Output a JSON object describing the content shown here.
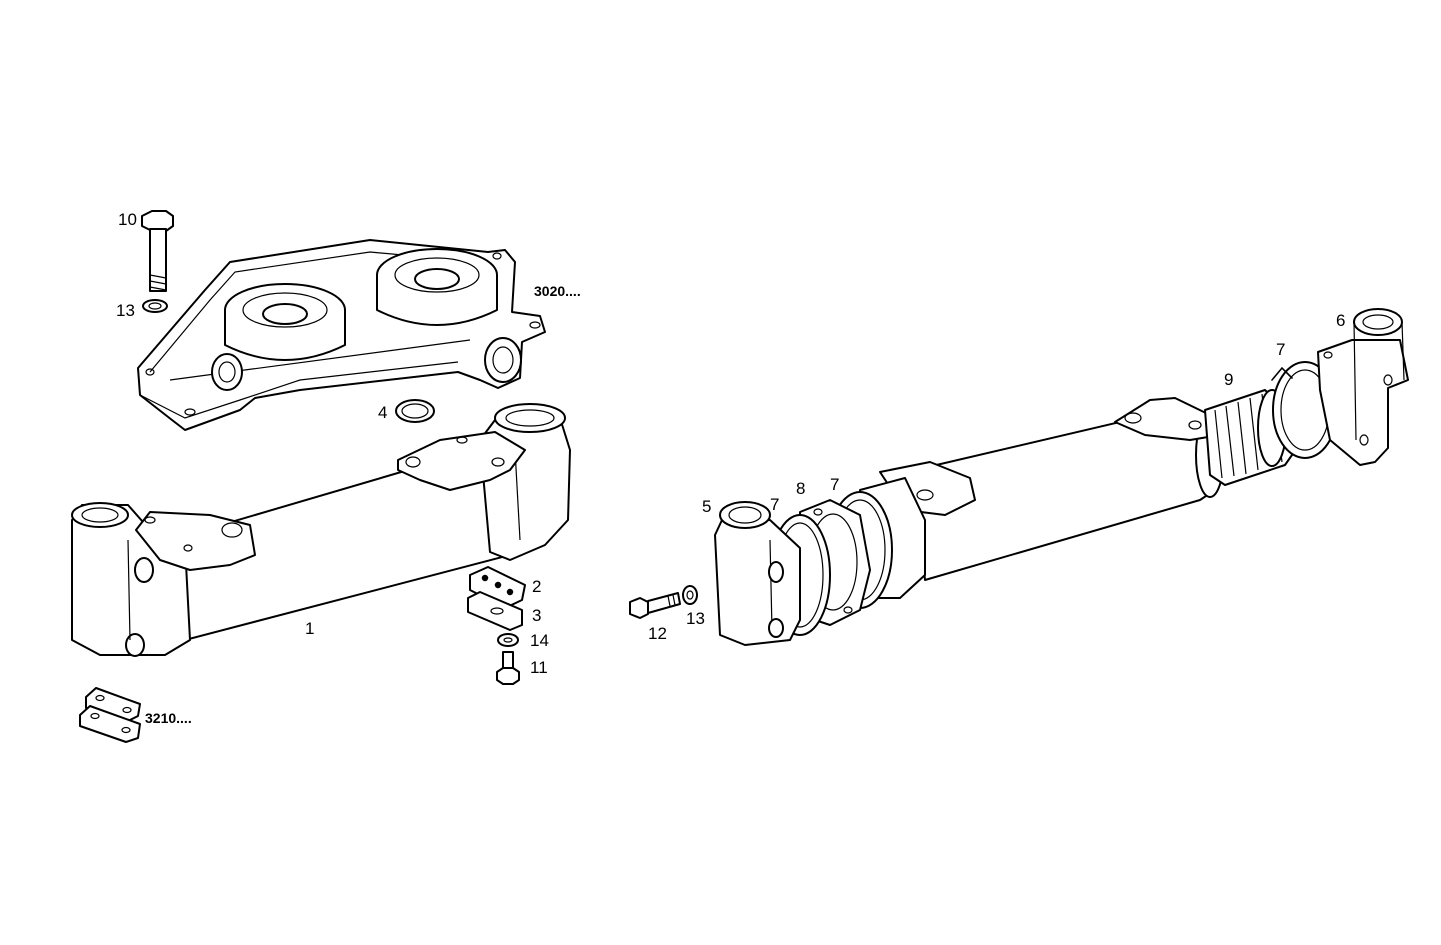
{
  "callouts": {
    "c10": "10",
    "c13a": "13",
    "c3020": "3020....",
    "c4": "4",
    "c1": "1",
    "c2": "2",
    "c3": "3",
    "c14": "14",
    "c11": "11",
    "c3210": "3210....",
    "c5": "5",
    "c7a": "7",
    "c8": "8",
    "c7b": "7",
    "c12": "12",
    "c13b": "13",
    "c9": "9",
    "c7c": "7",
    "c6": "6"
  },
  "colors": {
    "ink": "#000000",
    "paper": "#ffffff"
  }
}
